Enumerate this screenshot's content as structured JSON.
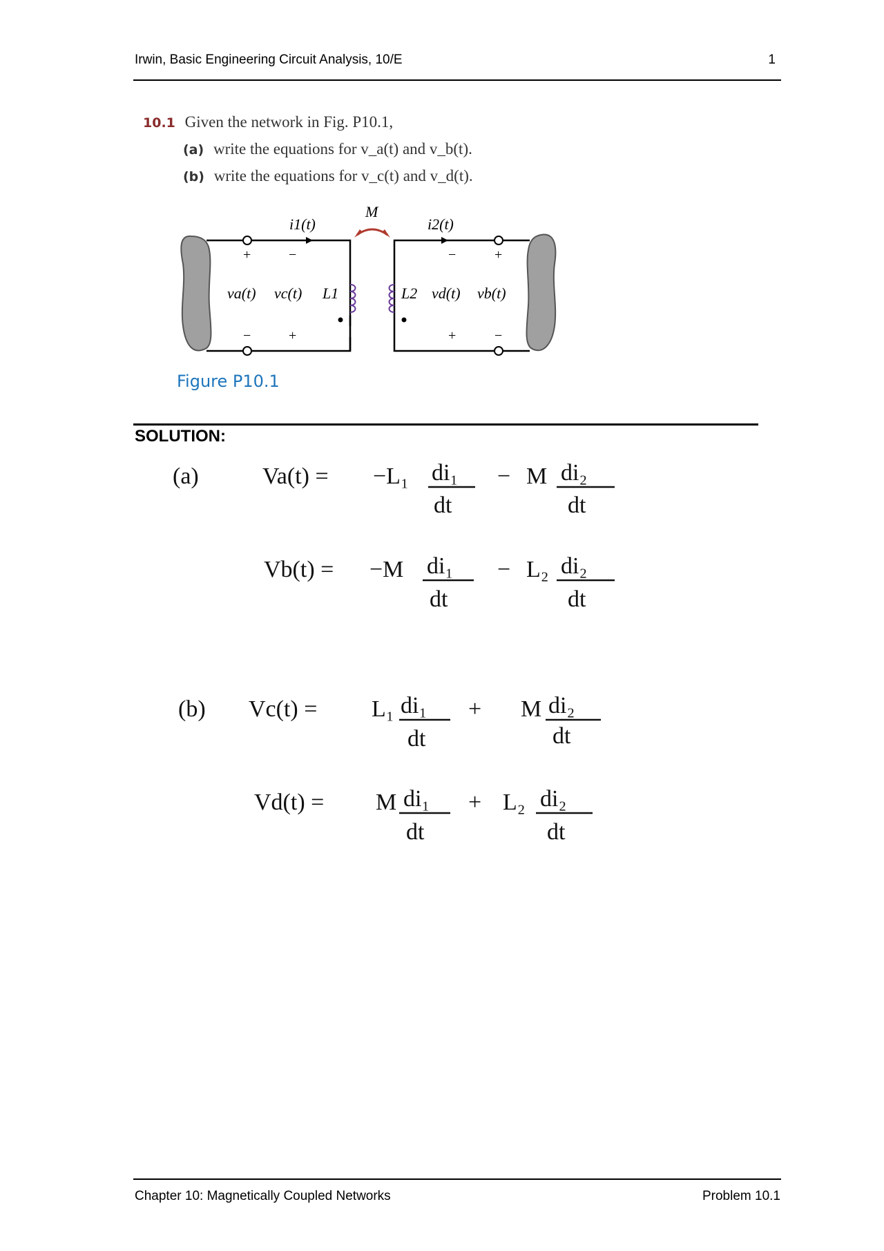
{
  "header": {
    "title": "Irwin, Basic Engineering Circuit Analysis, 10/E",
    "page_number": "1"
  },
  "problem": {
    "number": "10.1",
    "statement": "Given the network in Fig. P10.1,",
    "part_a": {
      "label": "(a)",
      "text": "write the equations for v_a(t) and v_b(t)."
    },
    "part_b": {
      "label": "(b)",
      "text": "write the equations for v_c(t) and v_d(t)."
    }
  },
  "figure": {
    "caption": "Figure P10.1",
    "labels": {
      "i1": "i1(t)",
      "i2": "i2(t)",
      "M": "M",
      "va": "va(t)",
      "vc": "vc(t)",
      "L1": "L1",
      "L2": "L2",
      "vd": "vd(t)",
      "vb": "vb(t)",
      "plus": "+",
      "minus": "−"
    },
    "colors": {
      "coil": "#6a3d9a",
      "mutual_arrow": "#b03a2e",
      "blob": "#a0a0a0"
    }
  },
  "solution": {
    "title": "SOLUTION:",
    "part_a": {
      "label": "(a)",
      "eq1": {
        "lhs": "Va(t) =",
        "t1_coef": "−L₁",
        "t1_num": "di₁",
        "op": "−",
        "t2_coef": "M",
        "t2_num": "di₂",
        "den": "dt"
      },
      "eq2": {
        "lhs": "Vb(t) =",
        "t1_coef": "−M",
        "t1_num": "di₁",
        "op": "−",
        "t2_coef": "L₂",
        "t2_num": "di₂",
        "den": "dt"
      }
    },
    "part_b": {
      "label": "(b)",
      "eq1": {
        "lhs": "Vc(t) =",
        "t1_coef": "L₁",
        "t1_num": "di₁",
        "op": "+",
        "t2_coef": "M",
        "t2_num": "di₂",
        "den": "dt"
      },
      "eq2": {
        "lhs": "Vd(t) =",
        "t1_coef": "M",
        "t1_num": "di₁",
        "op": "+",
        "t2_coef": "L₂",
        "t2_num": "di₂",
        "den": "dt"
      }
    }
  },
  "footer": {
    "chapter": "Chapter 10: Magnetically Coupled Networks",
    "problem": "Problem 10.1"
  }
}
